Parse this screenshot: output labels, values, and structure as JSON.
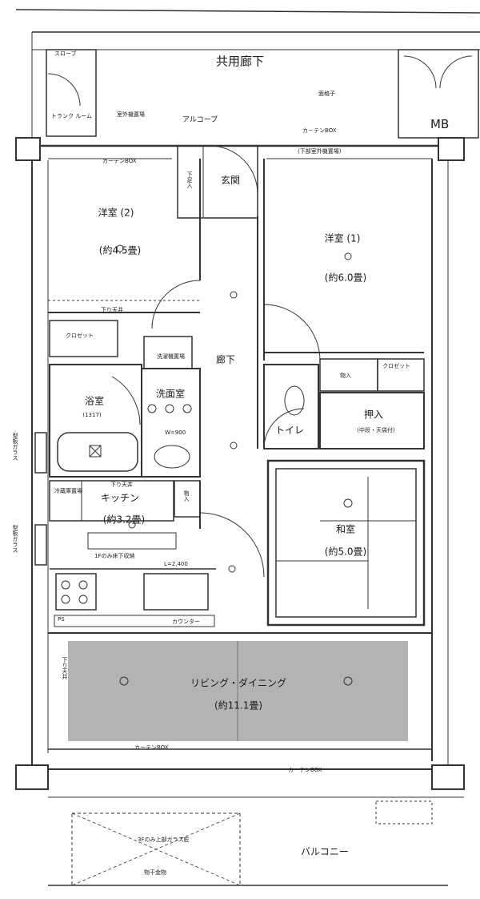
{
  "labels": {
    "corridor_common": "共用廊下",
    "slope": "スローブ",
    "trunk_room": "トランク ルーム",
    "outdoor_unit_top": "室外機置場",
    "alcove": "アルコーブ",
    "lattice": "面格子",
    "curtain_box": "カ－テンBOX",
    "mb": "MB",
    "curtain_box_left": "カーテンBOX",
    "outdoor_unit_below": "(下部室外機置場)",
    "geta": "下足入",
    "entrance": "玄関",
    "western2": "洋室 (2)",
    "western2_area": "(約4.5畳)",
    "western1": "洋室 (1)",
    "western1_area": "(約6.0畳)",
    "lowered_ceiling": "下り天井",
    "closet": "クロゼット",
    "washer": "洗濯機置場",
    "hallway": "廊下",
    "storage": "物入",
    "closet_r": "クロゼット",
    "bath": "浴室",
    "bath_size": "(1317)",
    "washroom": "洗面室",
    "w900": "W=900",
    "oshiire": "押入",
    "oshiire_note": "(中段・天袋付)",
    "toilet": "トイレ",
    "fridge": "冷蔵庫置場",
    "kitchen_ceiling": "下り天井",
    "kitchen": "キッチン",
    "kitchen_area": "(約3.2畳)",
    "storage_k": "物入",
    "floor_storage": "1Fのみ床下収納",
    "l2400": "L=2,400",
    "ps": "PS",
    "counter": "カウンター",
    "washitsu": "和室",
    "washitsu_area": "(約5.0畳)",
    "living": "リビング・ダイニング",
    "living_area": "(約11.1畳)",
    "living_ceiling": "下り天井",
    "curtain_box_l": "カーテンBOX",
    "curtain_box_r": "カーテンBOX",
    "balcony": "バルコニー",
    "third_floor_glass": "3Fのみ上部ガラス庇",
    "drying": "物干金物",
    "frosted_glass_1": "型板ガラス",
    "frosted_glass_2": "型板ガラス"
  }
}
